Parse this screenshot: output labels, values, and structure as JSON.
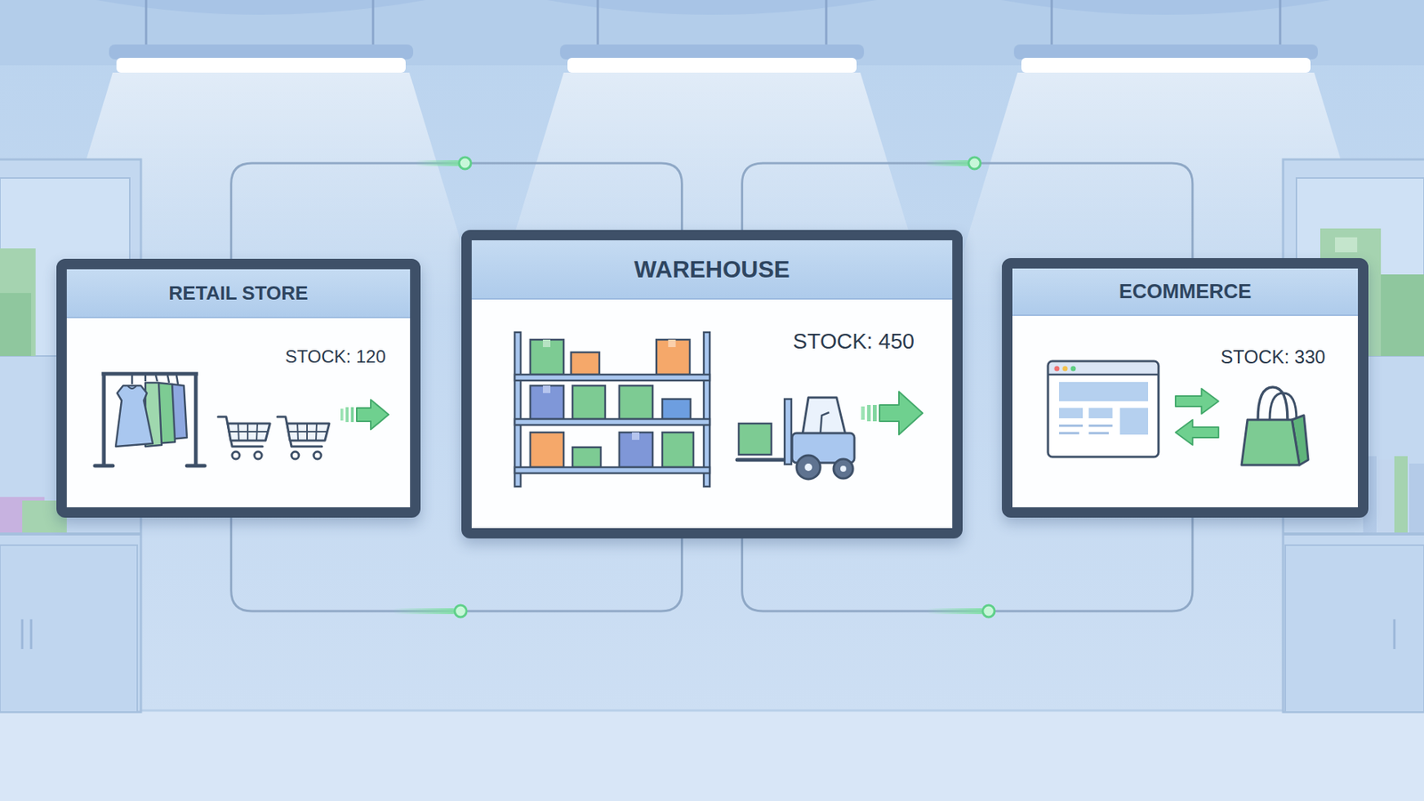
{
  "diagram": {
    "nodes": [
      {
        "text": [
          "RETAIL STORE",
          "STOCK: 120"
        ]
      },
      {
        "text": [
          "WAREHOUSE",
          "STOCK: 450"
        ]
      },
      {
        "text": [
          "ECOMMERCE",
          "STOCK: 330"
        ]
      }
    ],
    "edges": [
      {
        "from": 0,
        "to": 1,
        "arrow": "none"
      },
      {
        "from": 0,
        "to": 1,
        "arrow": "none"
      },
      {
        "from": 1,
        "to": 2,
        "arrow": "none"
      },
      {
        "from": 1,
        "to": 2,
        "arrow": "none"
      }
    ]
  }
}
